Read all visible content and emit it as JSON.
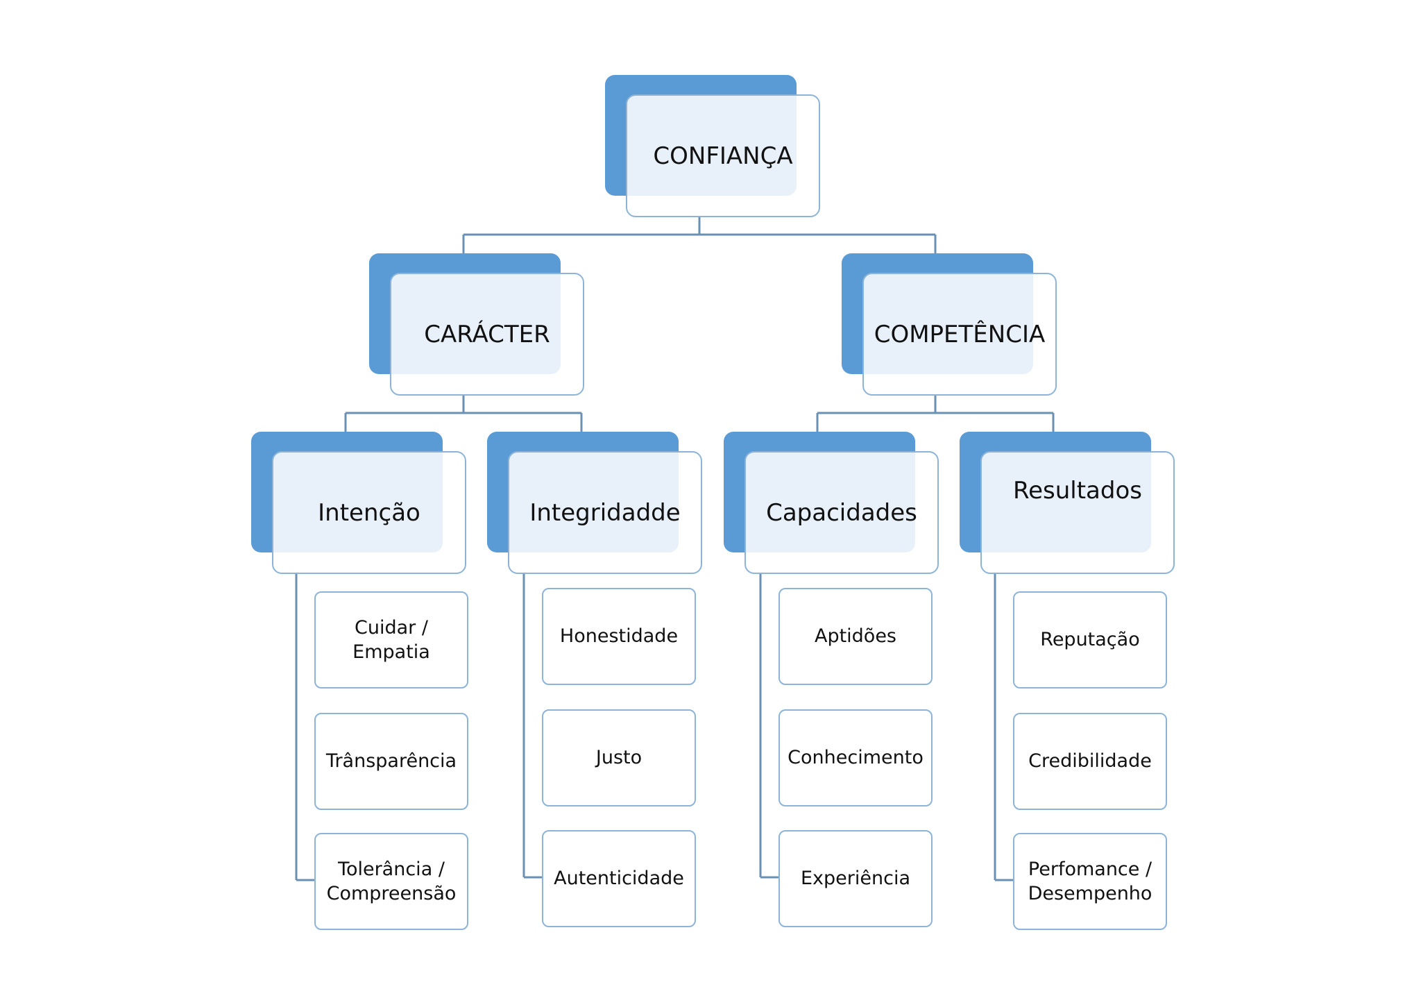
{
  "colors": {
    "accent": "#5b9bd5",
    "border": "#8db4d8",
    "line": "#6a90b4"
  },
  "diagram": {
    "root": {
      "label": "CONFIANÇA"
    },
    "branches": [
      {
        "label": "CARÁCTER",
        "children": [
          {
            "label": "Intenção",
            "items": [
              "Cuidar /\nEmpatia",
              "Trânsparência",
              "Tolerância /\nCompreensão"
            ]
          },
          {
            "label": "Integridadde",
            "items": [
              "Honestidade",
              "Justo",
              "Autenticidade"
            ]
          }
        ]
      },
      {
        "label": "COMPETÊNCIA",
        "children": [
          {
            "label": "Capacidades",
            "items": [
              "Aptidões",
              "Conhecimento",
              "Experiência"
            ]
          },
          {
            "label": "Resultados",
            "items": [
              "Reputação",
              "Credibilidade",
              "Perfomance /\nDesempenho"
            ]
          }
        ]
      }
    ]
  }
}
